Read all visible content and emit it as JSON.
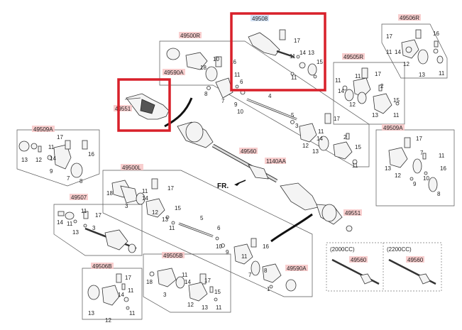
{
  "parts": {
    "p49508": "49508",
    "p49506R": "49506R",
    "p49500R": "49500R",
    "p49505R": "49505R",
    "p49590A_top": "49590A",
    "p49551_top": "49551",
    "p49509A_left": "49509A",
    "p49509A_right": "49509A",
    "p49560_mid": "49560",
    "p1140AA": "1140AA",
    "p49500L": "49500L",
    "p49507": "49507",
    "p49551_bottom": "49551",
    "p49506B": "49506B",
    "p49505B": "49505B",
    "p49590A_bottom": "49590A",
    "p49560_2000": "49560",
    "p49560_2200": "49560"
  },
  "direction_label": "FR.",
  "variants": {
    "v2000": "(2000CC)",
    "v2200": "(2200CC)"
  },
  "nums": {
    "n1": "1",
    "n2": "2",
    "n3": "3",
    "n4": "4",
    "n5": "5",
    "n6": "6",
    "n7": "7",
    "n8": "8",
    "n9": "9",
    "n10": "10",
    "n11": "11",
    "n12": "12",
    "n13": "13",
    "n14": "14",
    "n15": "15",
    "n16": "16",
    "n17": "17",
    "n18": "18"
  },
  "colors": {
    "highlight_box": "#d8202a",
    "label_bg": "#f7c6c6",
    "selected_label_bg": "#cfe0f5"
  }
}
